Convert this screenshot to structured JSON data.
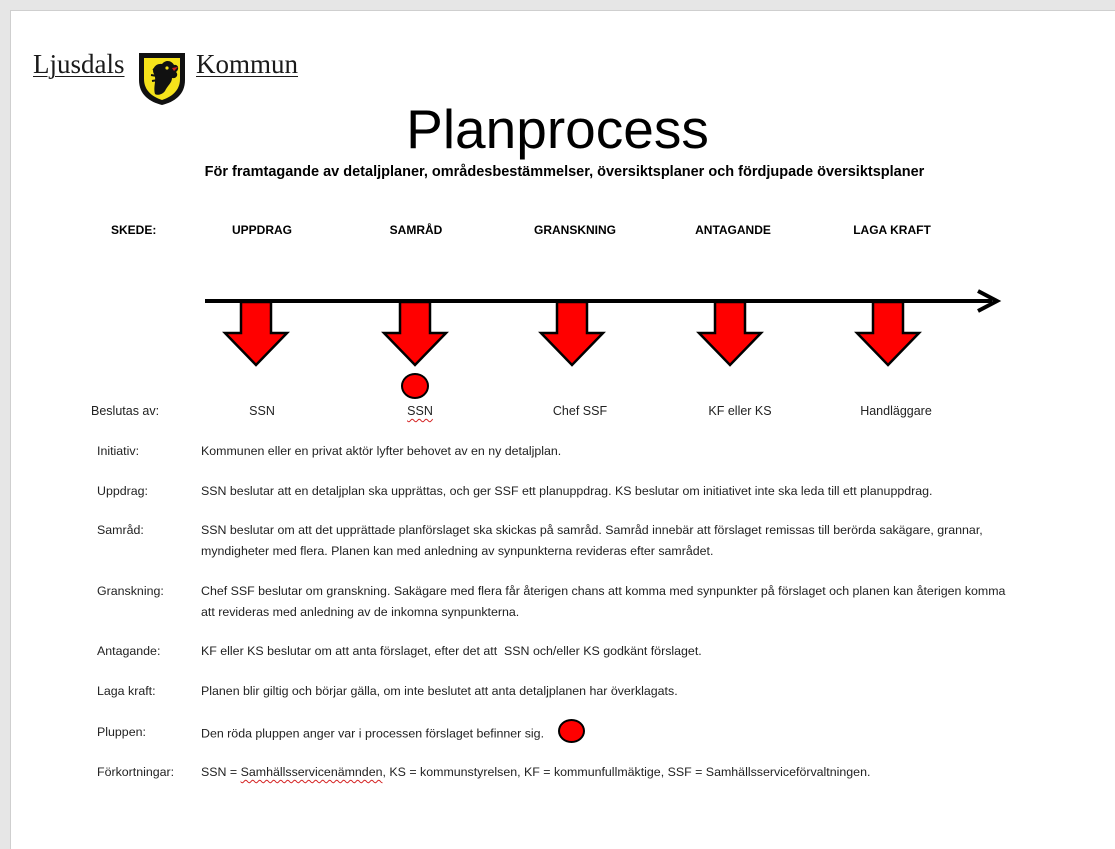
{
  "header": {
    "logo_left": "Ljusdals",
    "logo_right": "Kommun",
    "title": "Planprocess",
    "subtitle": "För framtagande av detaljplaner, områdesbestämmelser, översiktsplaner och fördjupade översiktsplaner"
  },
  "stages": {
    "label": "SKEDE:",
    "items": [
      "UPPDRAG",
      "SAMRÅD",
      "GRANSKNING",
      "ANTAGANDE",
      "LAGA KRAFT"
    ]
  },
  "decisions": {
    "label": "Beslutas av:",
    "items": [
      "SSN",
      "SSN",
      "Chef SSF",
      "KF eller KS",
      "Handläggare"
    ]
  },
  "current_stage_index": 1,
  "colors": {
    "arrow_fill": "#ff0000",
    "dot_fill": "#ff0000",
    "outline": "#000000"
  },
  "descriptions": [
    {
      "label": "Initiativ:",
      "text": "Kommunen eller en privat aktör lyfter behovet av en ny detaljplan."
    },
    {
      "label": "Uppdrag:",
      "text": "SSN beslutar att en detaljplan ska upprättas, och ger SSF ett planuppdrag. KS beslutar om initiativet inte ska leda till ett planuppdrag."
    },
    {
      "label": "Samråd:",
      "text": "SSN beslutar om att det upprättade planförslaget ska skickas på samråd. Samråd innebär att förslaget remissas till berörda sakägare, grannar, myndigheter med flera. Planen kan med anledning av synpunkterna revideras efter samrådet."
    },
    {
      "label": "Granskning:",
      "text": "Chef SSF beslutar om granskning. Sakägare med flera får återigen chans att komma med synpunkter på förslaget och planen kan återigen komma att revideras med anledning av de inkomna synpunkterna."
    },
    {
      "label": "Antagande:",
      "text": "KF eller KS beslutar om att anta förslaget, efter det att  SSN och/eller KS godkänt förslaget."
    },
    {
      "label": "Laga kraft:",
      "text": "Planen blir giltig och börjar gälla, om inte beslutet att anta detaljplanen har överklagats."
    },
    {
      "label": "Pluppen:",
      "text": "Den röda pluppen anger var i processen förslaget befinner sig."
    },
    {
      "label": "Förkortningar:",
      "text_prefix": "SSN = ",
      "text_squiggle": "Samhällsservicenämnden",
      "text_suffix": ", KS = kommunstyrelsen, KF = kommunfullmäktige, SSF = Samhällsserviceförvaltningen."
    }
  ]
}
